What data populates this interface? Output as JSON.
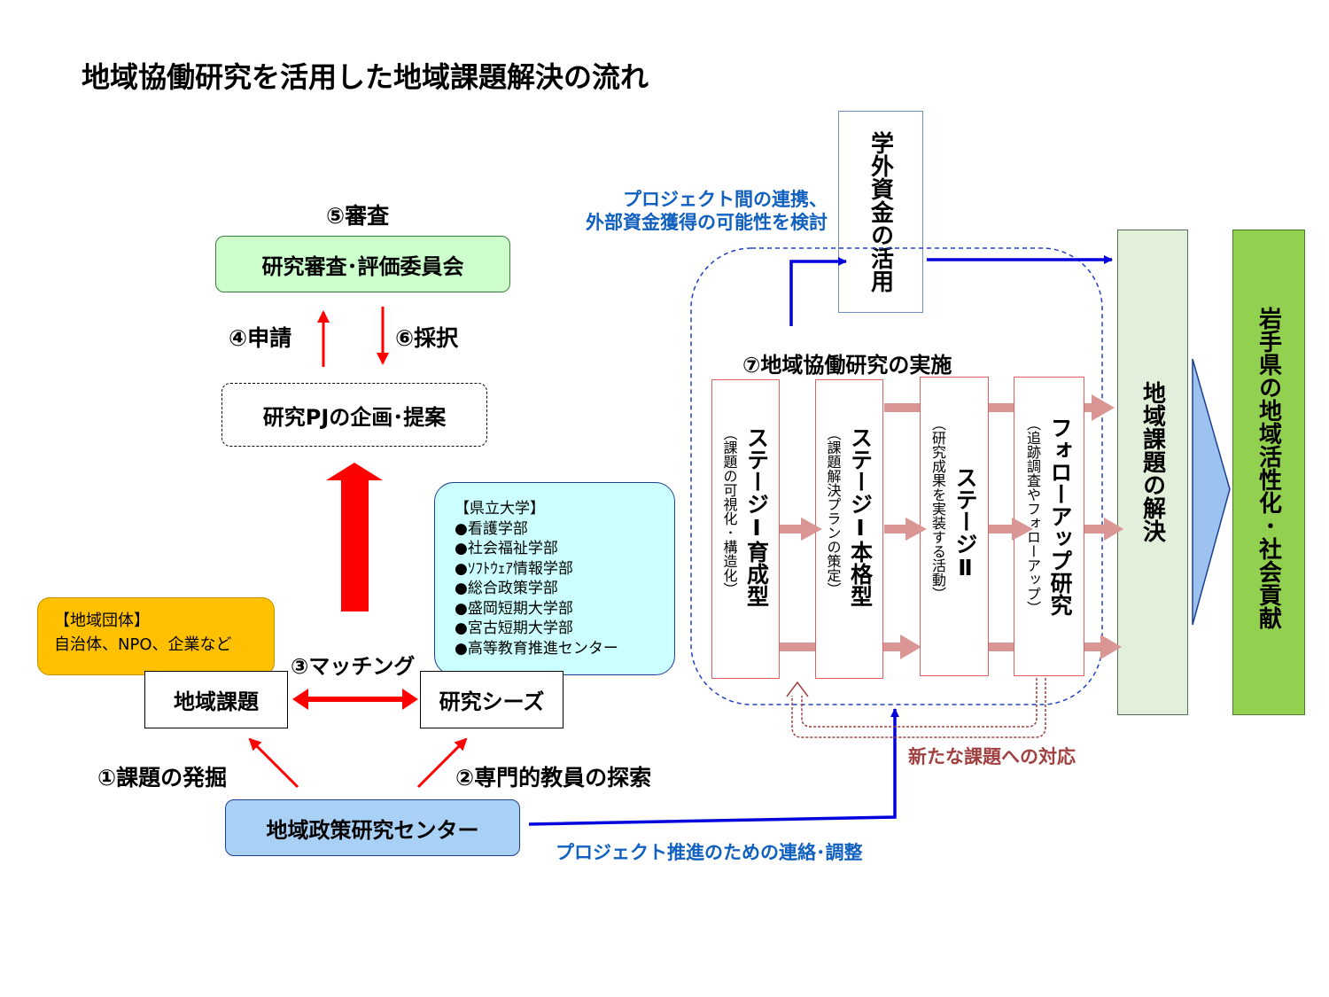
{
  "title": "地域協働研究を活用した地域課題解決の流れ",
  "review": {
    "step_label": "⑤審査",
    "committee": "研究審査･評価委員会",
    "apply_label": "④申請",
    "adopt_label": "⑥採択"
  },
  "proposal": "研究PJの企画･提案",
  "university": {
    "heading": "【県立大学】",
    "items": [
      "●看護学部",
      "●社会福祉学部",
      "●ｿﾌﾄｳｪｱ情報学部",
      "●総合政策学部",
      "●盛岡短期大学部",
      "●宮古短期大学部",
      "●高等教育推進センター"
    ]
  },
  "community": {
    "heading": "【地域団体】",
    "text": "自治体、NPO、企業など"
  },
  "matching": {
    "label": "③マッチング",
    "issue": "地域課題",
    "seeds": "研究シーズ"
  },
  "discover_label": "①課題の発掘",
  "search_label": "②専門的教員の探索",
  "center": "地域政策研究センター",
  "liaison_label": "プロジェクト推進のための連絡･調整",
  "external": {
    "note_line1": "プロジェクト間の連携、",
    "note_line2": "外部資金獲得の可能性を検討",
    "box": "学外資金の活用"
  },
  "implementation": {
    "label": "⑦地域協働研究の実施",
    "stages": [
      {
        "title": "ステージⅠ育成型",
        "note": "（課題の可視化･構造化）"
      },
      {
        "title": "ステージⅠ本格型",
        "note": "（課題解決プランの策定）"
      },
      {
        "title": "ステージⅡ",
        "note": "（研究成果を実装する活動）"
      },
      {
        "title": "フォローアップ研究",
        "note": "（追跡調査やフォローアップ）"
      }
    ]
  },
  "new_issue_label": "新たな課題への対応",
  "solution": "地域課題の解決",
  "contribution": "岩手県の地域活性化･社会貢献",
  "colors": {
    "committee_bg": "#ccffcc",
    "university_bg": "#ccffff",
    "community_bg": "#ffc000",
    "center_bg": "#a9d0f5",
    "solution_bg": "#e2efda",
    "contribution_bg": "#92d050",
    "arrow_red": "#ff0000",
    "arrow_blue": "#0000dd",
    "arrow_pink": "#d99694",
    "stage_border": "#e06060",
    "note_blue": "#1060c0",
    "new_issue_brown": "#a04040"
  }
}
